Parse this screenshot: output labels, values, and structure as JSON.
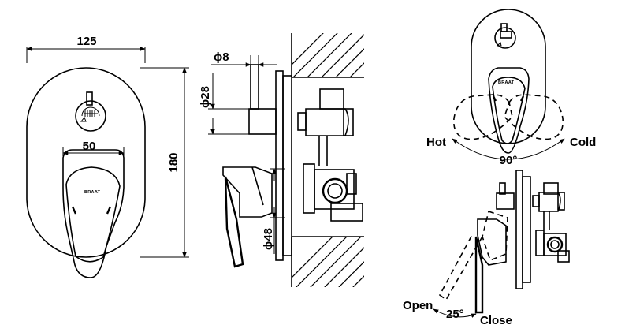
{
  "dimensions": {
    "plate_width": "125",
    "plate_height": "180",
    "lever_width": "50",
    "spindle_diameter": "ϕ8",
    "cap_diameter": "ϕ28",
    "body_diameter": "ϕ48"
  },
  "rotation": {
    "hot": "Hot",
    "cold": "Cold",
    "angle": "90°"
  },
  "flow": {
    "open": "Open",
    "close": "Close",
    "angle": "25°"
  },
  "brand_mark": "BRAAT"
}
